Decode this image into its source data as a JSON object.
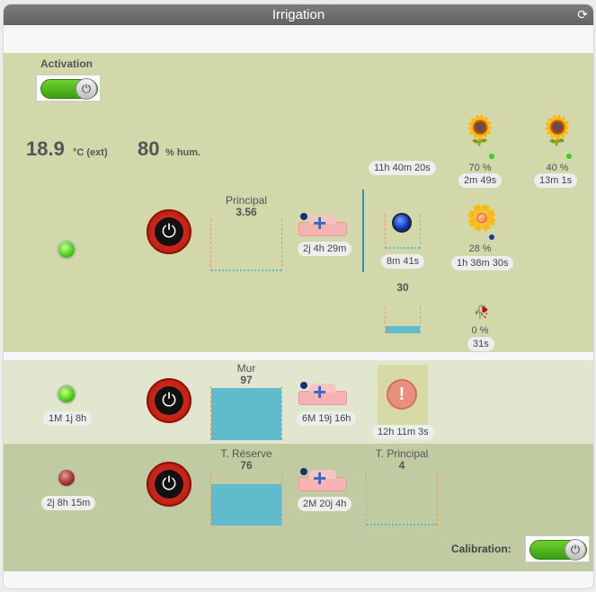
{
  "header": {
    "title": "Irrigation",
    "refresh_icon": "refresh-icon"
  },
  "activation": {
    "label": "Activation",
    "state": "on"
  },
  "weather": {
    "temp_value": "18.9",
    "temp_unit": "°C (ext)",
    "hum_value": "80",
    "hum_unit": "% hum."
  },
  "principal": {
    "title": "Principal",
    "value": "3.56",
    "pump_time": "2j 4h 29m",
    "top_timer": "11h 40m 20s",
    "ball_timer": "8m 41s",
    "small_tank_value": "30"
  },
  "plants": [
    {
      "percent": "70 %",
      "time": "2m 49s"
    },
    {
      "percent": "40 %",
      "time": "13m 1s"
    },
    {
      "percent": "28 %",
      "time": "1h 38m 30s"
    },
    {
      "percent": "0 %",
      "time": "31s"
    }
  ],
  "mur": {
    "title": "Mur",
    "value": "97",
    "led_time": "1M 1j 8h",
    "pump_time": "6M 19j 16h",
    "alert_time": "12h 11m 3s"
  },
  "reserve": {
    "title": "T. Réserve",
    "value": "76",
    "led_time": "2j 8h 15m",
    "pump_time": "2M 20j 4h"
  },
  "tprincipal": {
    "title": "T. Principal",
    "value": "4"
  },
  "calibration": {
    "label": "Calibration:",
    "state": "on"
  },
  "colors": {
    "accent_green": "#4fcf18",
    "water": "#60bccb",
    "power_red": "#d62a1a",
    "section1": "#d2d8a9",
    "section2": "#e3e6cf",
    "section3": "#c1cba1"
  }
}
